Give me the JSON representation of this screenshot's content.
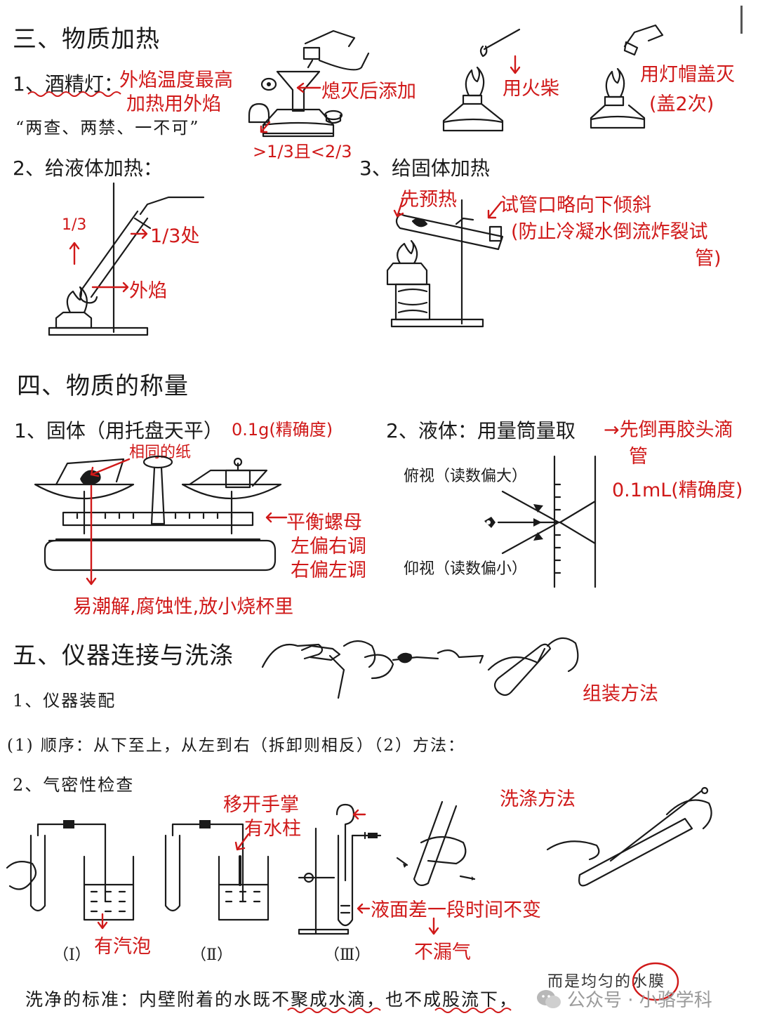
{
  "sections": {
    "s3_title": "三、物质加热",
    "s4_title": "四、物质的称量",
    "s5_title": "五、仪器连接与洗涤"
  },
  "lamp": {
    "label": "1、酒精灯：",
    "note1": "外焰温度最高",
    "note2": "加热用外焰",
    "rule": "“两查、两禁、一不可”",
    "refill": "熄灭后添加",
    "volume": ">1/3且<2/3",
    "match": "用火柴",
    "cap": "用灯帽盖灭",
    "cap2": "(盖2次)"
  },
  "liquid_heat": {
    "label": "2、给液体加热：",
    "third": "1/3",
    "third_place": "1/3处",
    "outer": "外焰"
  },
  "solid_heat": {
    "label": "3、给固体加热",
    "preheat": "先预热",
    "tilt": "试管口略向下倾斜",
    "tilt2": "(防止冷凝水倒流炸裂试",
    "tilt3": "管)"
  },
  "weigh": {
    "solid_label": "1、固体（用托盘天平）",
    "precision": "0.1g(精确度)",
    "paper": "相同的纸",
    "nut": "平衡螺母",
    "nut2": "左偏右调",
    "nut3": "右偏左调",
    "deliq": "易潮解,腐蚀性,放小烧杯里",
    "liquid_label": "2、液体：用量筒量取",
    "liquid_note": "→先倒再胶头滴",
    "liquid_note2": "管",
    "look_down": "俯视（读数偏大）",
    "look_up": "仰视（读数偏小）",
    "precision2": "0.1mL(精确度)"
  },
  "connect": {
    "assembly": "1、仪器装配",
    "method_note": "组装方法",
    "order": "(1) 顺序：从下至上，从左到右（拆卸则相反）（2）方法：",
    "airtight": "2、气密性检查",
    "bubble": "有汽泡",
    "remove_hand": "移开手掌",
    "water_col": "有水柱",
    "level_diff": "液面差一段时间不变",
    "no_leak": "不漏气",
    "wash": "洗涤方法",
    "fig1": "（Ⅰ）",
    "fig2": "（Ⅱ）",
    "fig3": "（Ⅲ）",
    "clean_std": "洗净的标准：内壁附着的水既不聚成水滴，也不成股流下，",
    "clean_tail": "而是均匀的水膜",
    "watermark": "公众号 · 小骆学科"
  }
}
